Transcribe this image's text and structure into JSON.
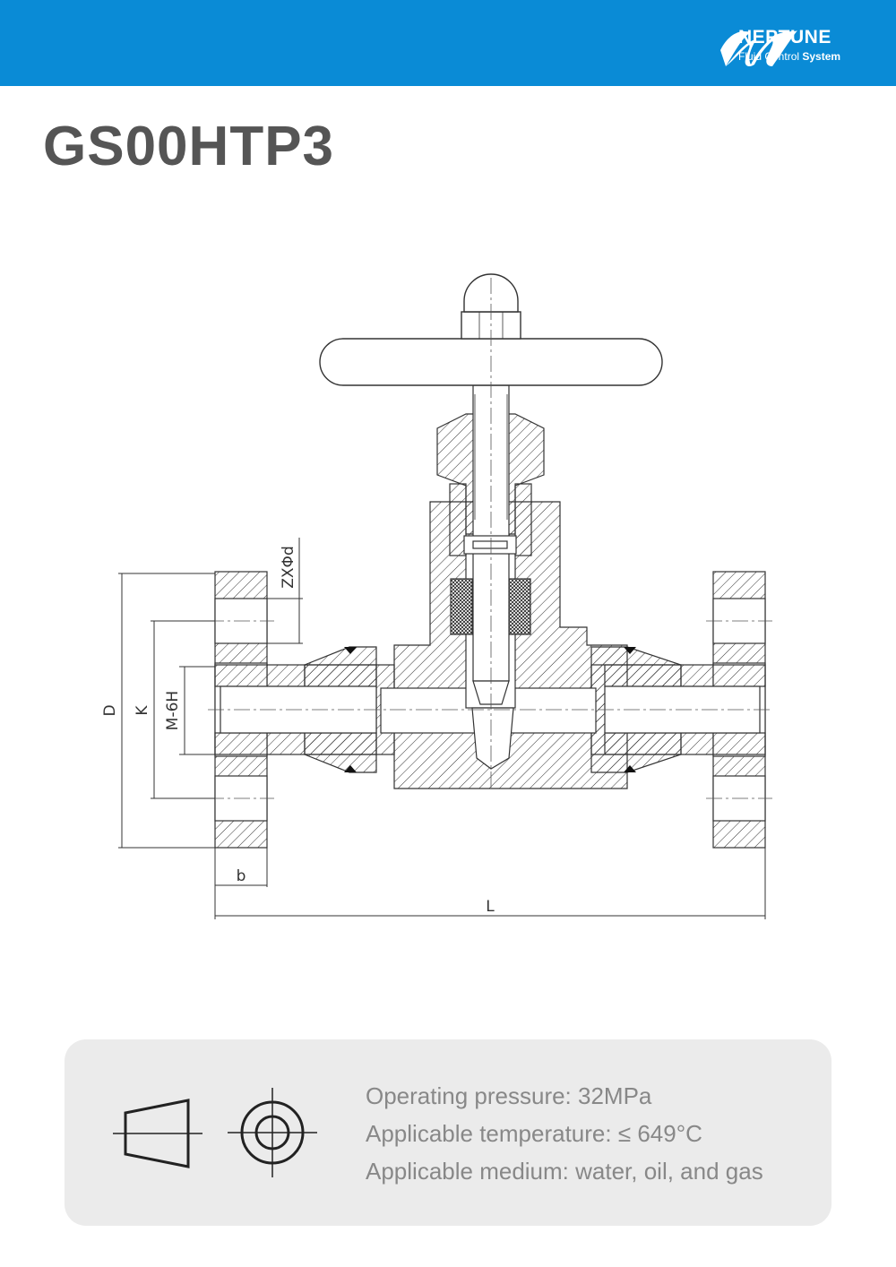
{
  "brand": {
    "name": "NEPTUNE",
    "tagline_prefix": "Fluid Control",
    "tagline_bold": "System",
    "accent_color": "#0a8bd6"
  },
  "product": {
    "model": "GS00HTP3"
  },
  "drawing": {
    "labels": {
      "D": "D",
      "K": "K",
      "thread": "M-6H",
      "bolt_holes": "ZXΦd",
      "b": "b",
      "L": "L"
    }
  },
  "specs": {
    "icons": [
      "cone-projection-icon",
      "concentric-circle-projection-icon"
    ],
    "lines": [
      "Operating pressure: 32MPa",
      "Applicable temperature: ≤ 649°C",
      "Applicable medium: water, oil, and gas"
    ]
  }
}
